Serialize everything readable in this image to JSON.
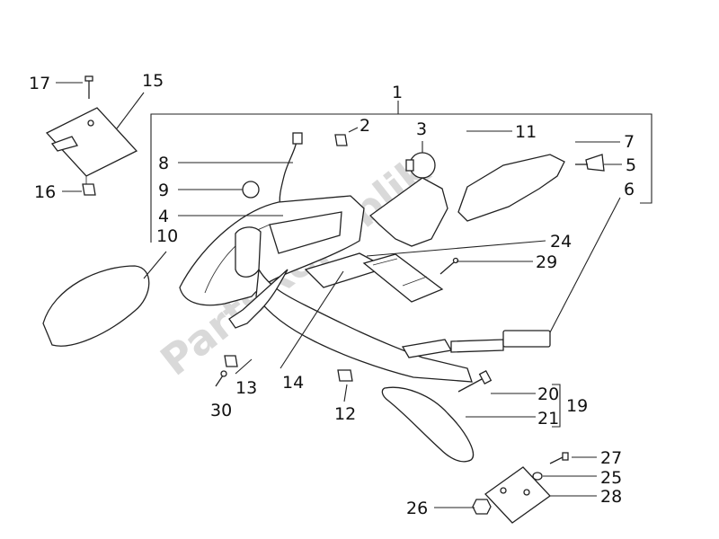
{
  "watermark": "PartsRepublik",
  "labels": {
    "l1": "1",
    "l2": "2",
    "l3": "3",
    "l4": "4",
    "l5": "5",
    "l6": "6",
    "l7": "7",
    "l8": "8",
    "l9": "9",
    "l10": "10",
    "l11": "11",
    "l12": "12",
    "l13": "13",
    "l14": "14",
    "l15": "15",
    "l16": "16",
    "l17": "17",
    "l19": "19",
    "l20": "20",
    "l21": "21",
    "l24": "24",
    "l25": "25",
    "l26": "26",
    "l27": "27",
    "l28": "28",
    "l29": "29",
    "l30": "30"
  }
}
